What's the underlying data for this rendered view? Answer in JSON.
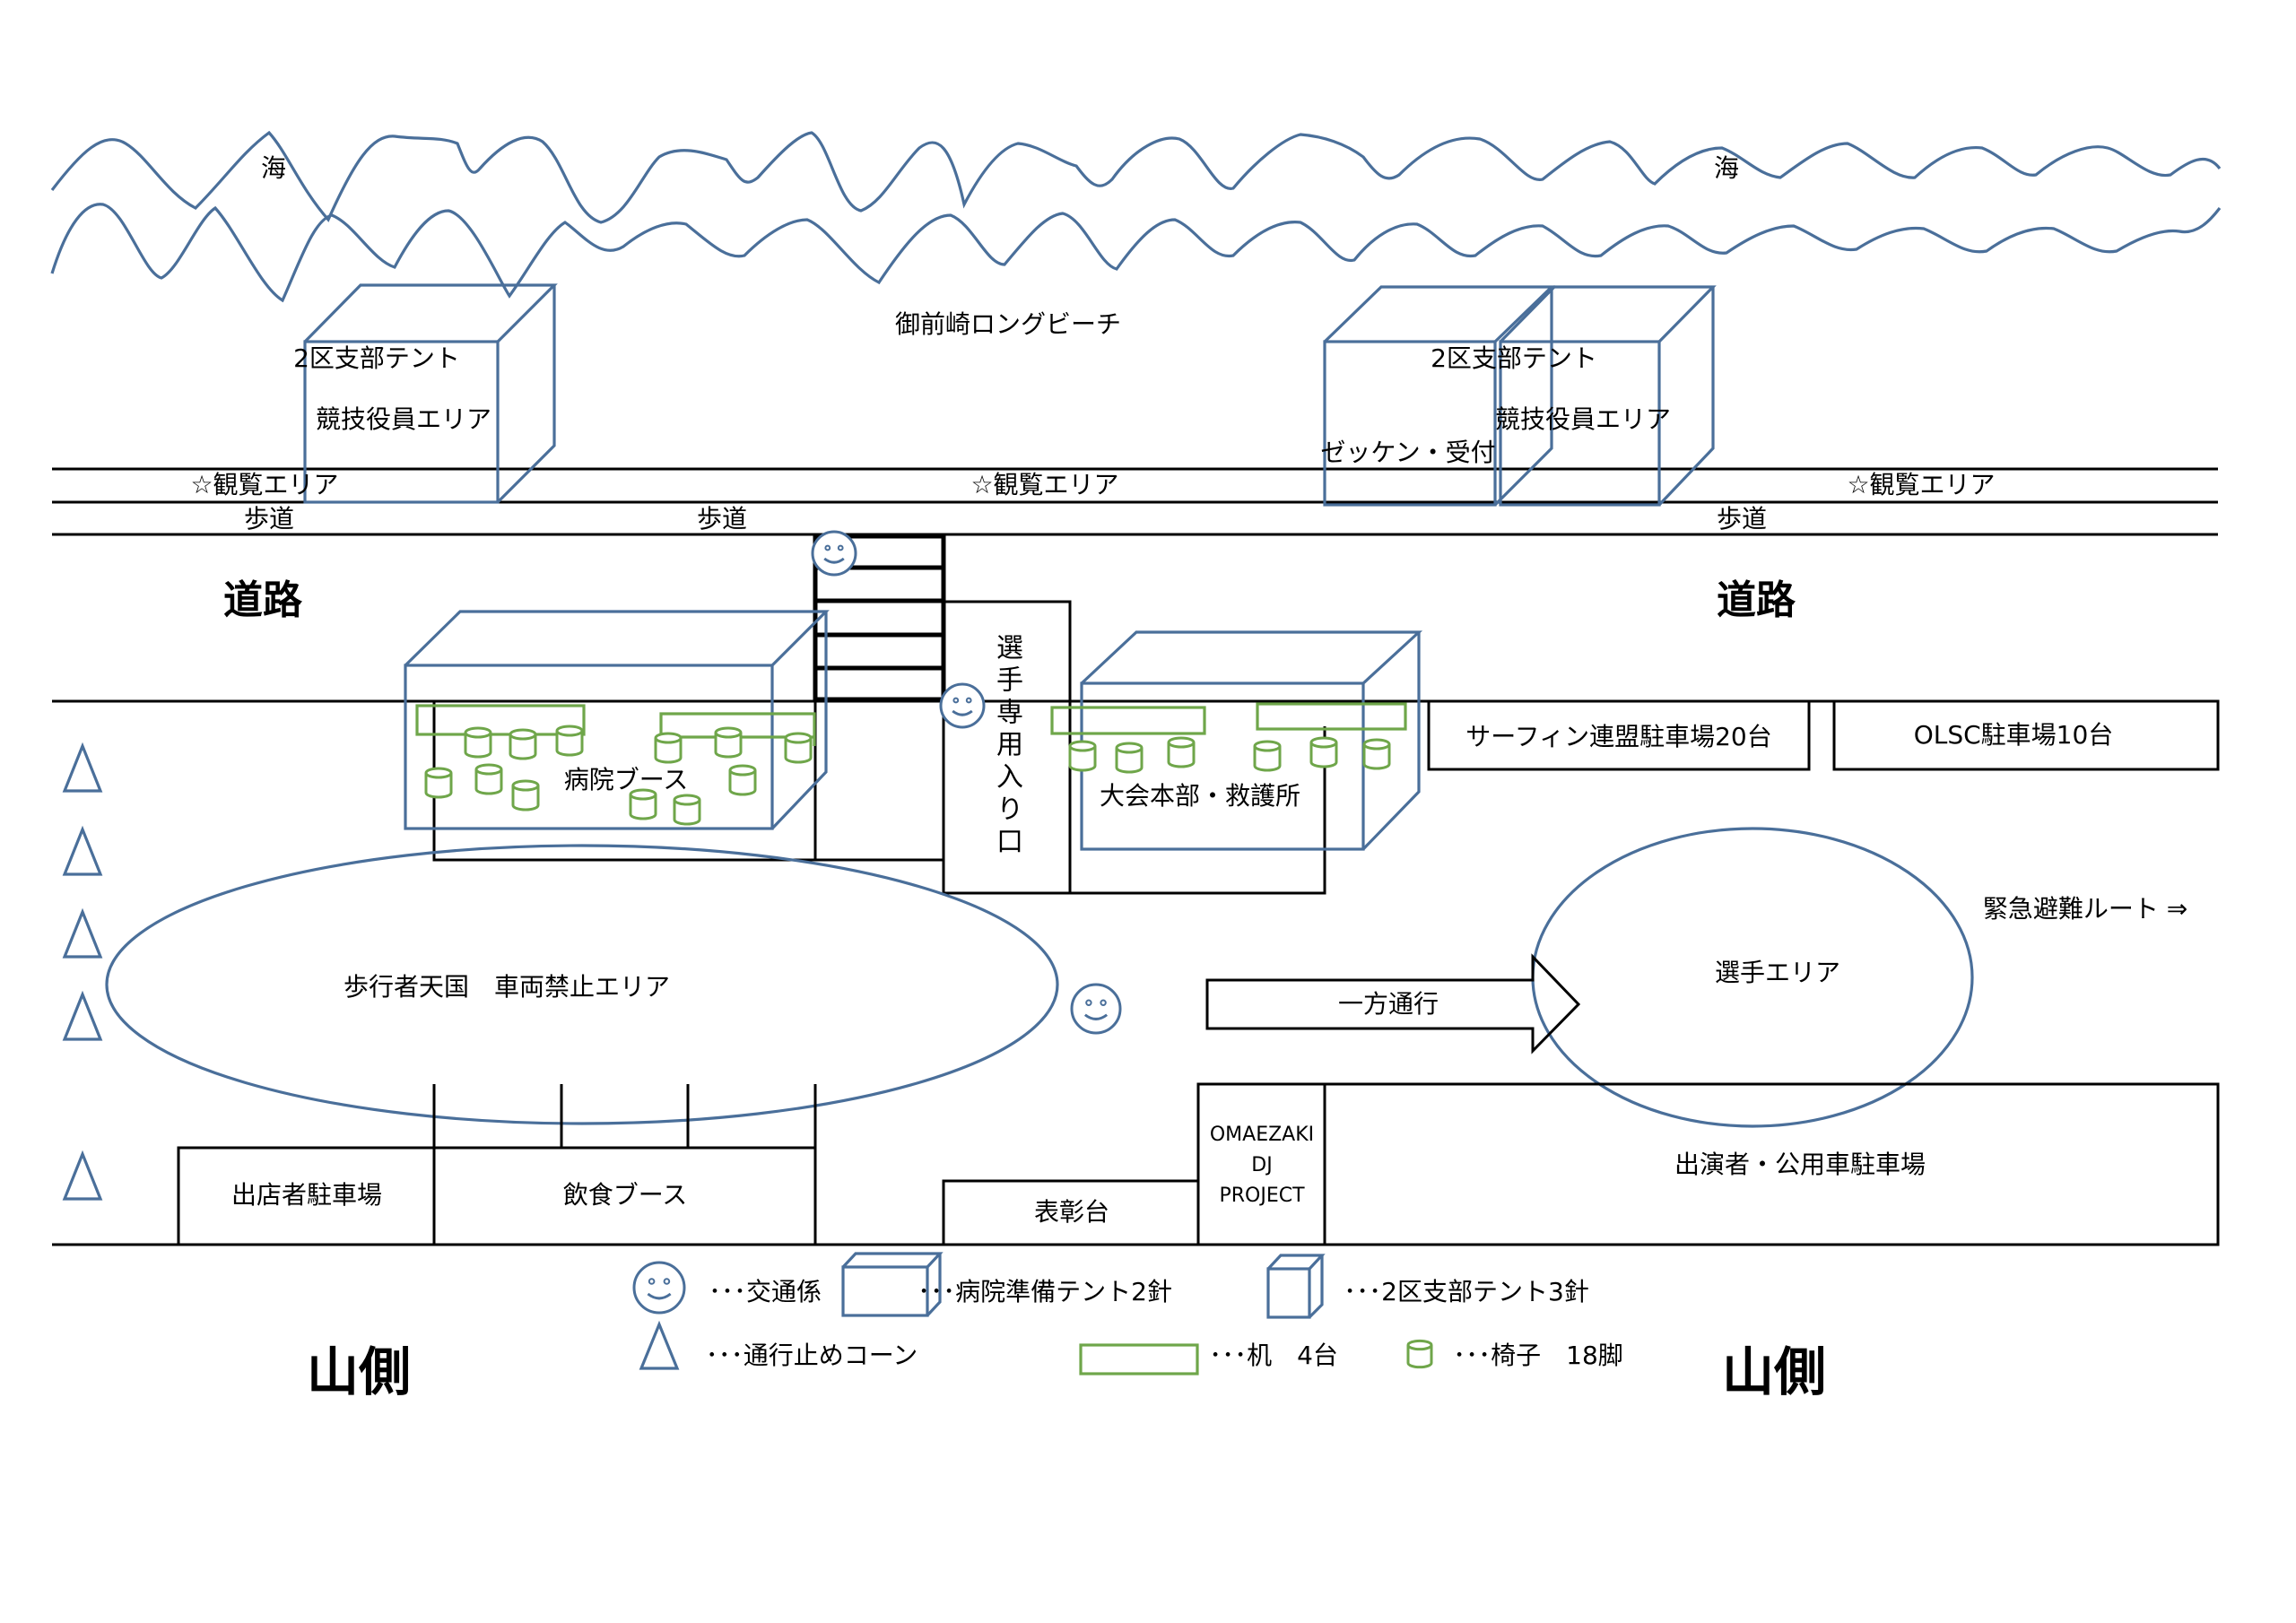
{
  "diagram": {
    "title": "御前崎ロングビーチ",
    "sea_labels": [
      "海",
      "海"
    ],
    "viewing_area_label": "☆観覧エリア",
    "sidewalk_label": "歩道",
    "road_label": "道路",
    "mountain_side_label": "山側",
    "left_tent": {
      "line1": "2区支部テント",
      "line2": "競技役員エリア"
    },
    "right_tents": {
      "line1": "2区支部テント",
      "line2": "競技役員エリア",
      "line3": "ゼッケン・受付"
    },
    "hospital_booth": "病院ブース",
    "player_entrance": "選手専用入り口",
    "hq": "大会本部・救護所",
    "surfing_parking": "サーフィン連盟駐車場20台",
    "olsc_parking": "OLSC駐車場10台",
    "emergency_route": "緊急避難ルート ⇒",
    "pedestrian_area": "歩行者天国　車両禁止エリア",
    "one_way": "一方通行",
    "player_area": "選手エリア",
    "vendor_parking": "出店者駐車場",
    "food_booth": "飲食ブース",
    "award_stage": "表彰台",
    "dj_project": [
      "OMAEZAKI",
      "DJ",
      "PROJECT"
    ],
    "performer_parking": "出演者・公用車駐車場"
  },
  "legend": {
    "traffic_staff": "･･･交通係",
    "hospital_tent": "･･･病院準備テント2針",
    "branch_tent": "･･･2区支部テント3針",
    "cone": "･･･通行止めコーン",
    "desk": "･･･机　4台",
    "chair": "･･･椅子　18脚"
  },
  "icons": {
    "traffic_staff": "smiley-face-icon",
    "cone": "triangle-cone-icon",
    "tent": "box-tent-icon",
    "desk": "rectangle-desk-icon",
    "chair": "cylinder-chair-icon"
  },
  "colors": {
    "outline_blue": "#4a6f9a",
    "furniture_green": "#6fa64a",
    "line_black": "#000000"
  }
}
